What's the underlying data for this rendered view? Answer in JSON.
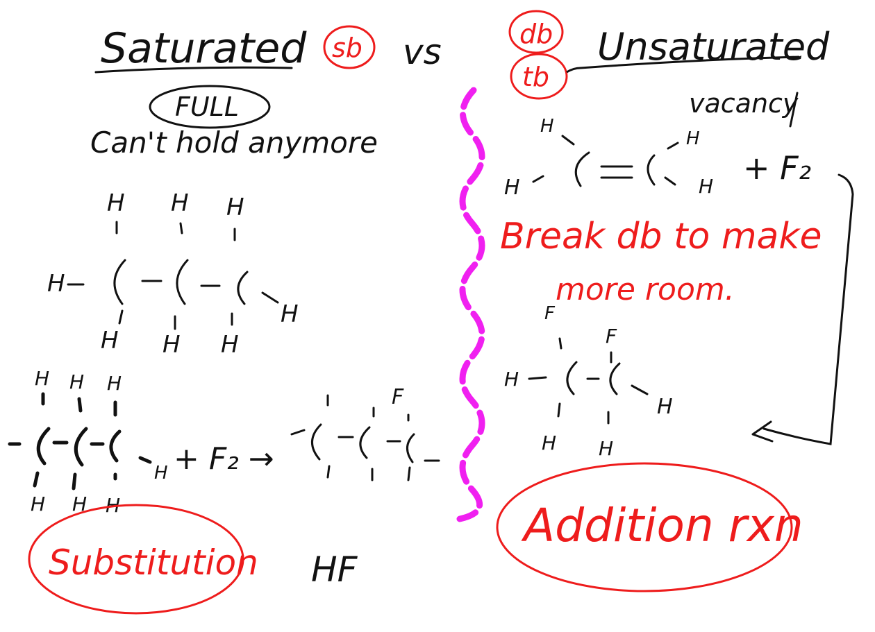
{
  "colors": {
    "ink_black": "#111111",
    "ink_red": "#ee1c1c",
    "ink_magenta": "#f020f0",
    "background": "#ffffff"
  },
  "left": {
    "title": "Saturated",
    "sb_label": "sb",
    "full_label": "FULL",
    "note": "Can't hold anymore",
    "method_label": "Substitution",
    "molecule_atoms": {
      "top": [
        "H",
        "H",
        "H"
      ],
      "left": "H",
      "right": "H",
      "bottom": [
        "H",
        "H",
        "H"
      ]
    },
    "reaction": {
      "reactant_top": [
        "H",
        "H",
        "H"
      ],
      "reactant_bottom": [
        "H",
        "H",
        "H"
      ],
      "reactant_end": "H",
      "plus_reagent": "+ F₂ →",
      "product_f": "F",
      "byproduct": "HF"
    }
  },
  "versus": "vs",
  "right": {
    "title": "Unsaturated",
    "db_label": "db",
    "tb_label": "tb",
    "note": "vacancy",
    "ethene_atoms": {
      "h_top_left": "H",
      "h_left": "H",
      "h_top_right": "H",
      "h_right": "H"
    },
    "plus_reagent": "+ F₂",
    "red_note_line1": "Break db to make",
    "red_note_line2": "more room.",
    "product_atoms": {
      "f_left": "F",
      "f_right": "F",
      "h_left": "H",
      "h_right": "H",
      "h_bottom_left": "H",
      "h_bottom_right": "H"
    },
    "method_label": "Addition rxn"
  }
}
